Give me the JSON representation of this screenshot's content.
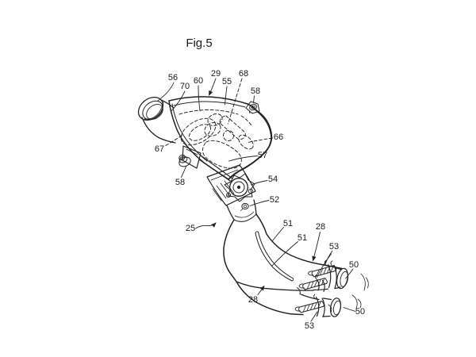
{
  "figure_title": "Fig.5",
  "colors": {
    "background": "#ffffff",
    "line": "#232323",
    "label_text": "#1a1a1a"
  },
  "reference_labels": [
    {
      "part": "inlet-duct-opening",
      "text": "56"
    },
    {
      "part": "inlet-duct",
      "text": "70"
    },
    {
      "part": "body-front-port",
      "text": "60"
    },
    {
      "part": "body-top-edge",
      "text": "29"
    },
    {
      "part": "body-top-rim",
      "text": "55"
    },
    {
      "part": "hidden-inner-port",
      "text": "68"
    },
    {
      "part": "upper-mount-bolt",
      "text": "58"
    },
    {
      "part": "body-collar",
      "text": "67"
    },
    {
      "part": "body-right-edge",
      "text": "66"
    },
    {
      "part": "body-lower-edge",
      "text": "57"
    },
    {
      "part": "side-mount-bolt",
      "text": "58"
    },
    {
      "part": "sensor-unit",
      "text": "54"
    },
    {
      "part": "small-bolt",
      "text": "52"
    },
    {
      "part": "assembly-pointer",
      "text": "25"
    },
    {
      "part": "pipe-upper-surface",
      "text": "51"
    },
    {
      "part": "pipe-groove",
      "text": "51"
    },
    {
      "part": "upper-branch-pipe",
      "text": "28"
    },
    {
      "part": "upper-hose-clamps",
      "text": "53"
    },
    {
      "part": "upper-pipe-end",
      "text": "50"
    },
    {
      "part": "lower-branch-pipe",
      "text": "28"
    },
    {
      "part": "lower-hose-clamp",
      "text": "53"
    },
    {
      "part": "lower-pipe-end",
      "text": "50"
    }
  ]
}
